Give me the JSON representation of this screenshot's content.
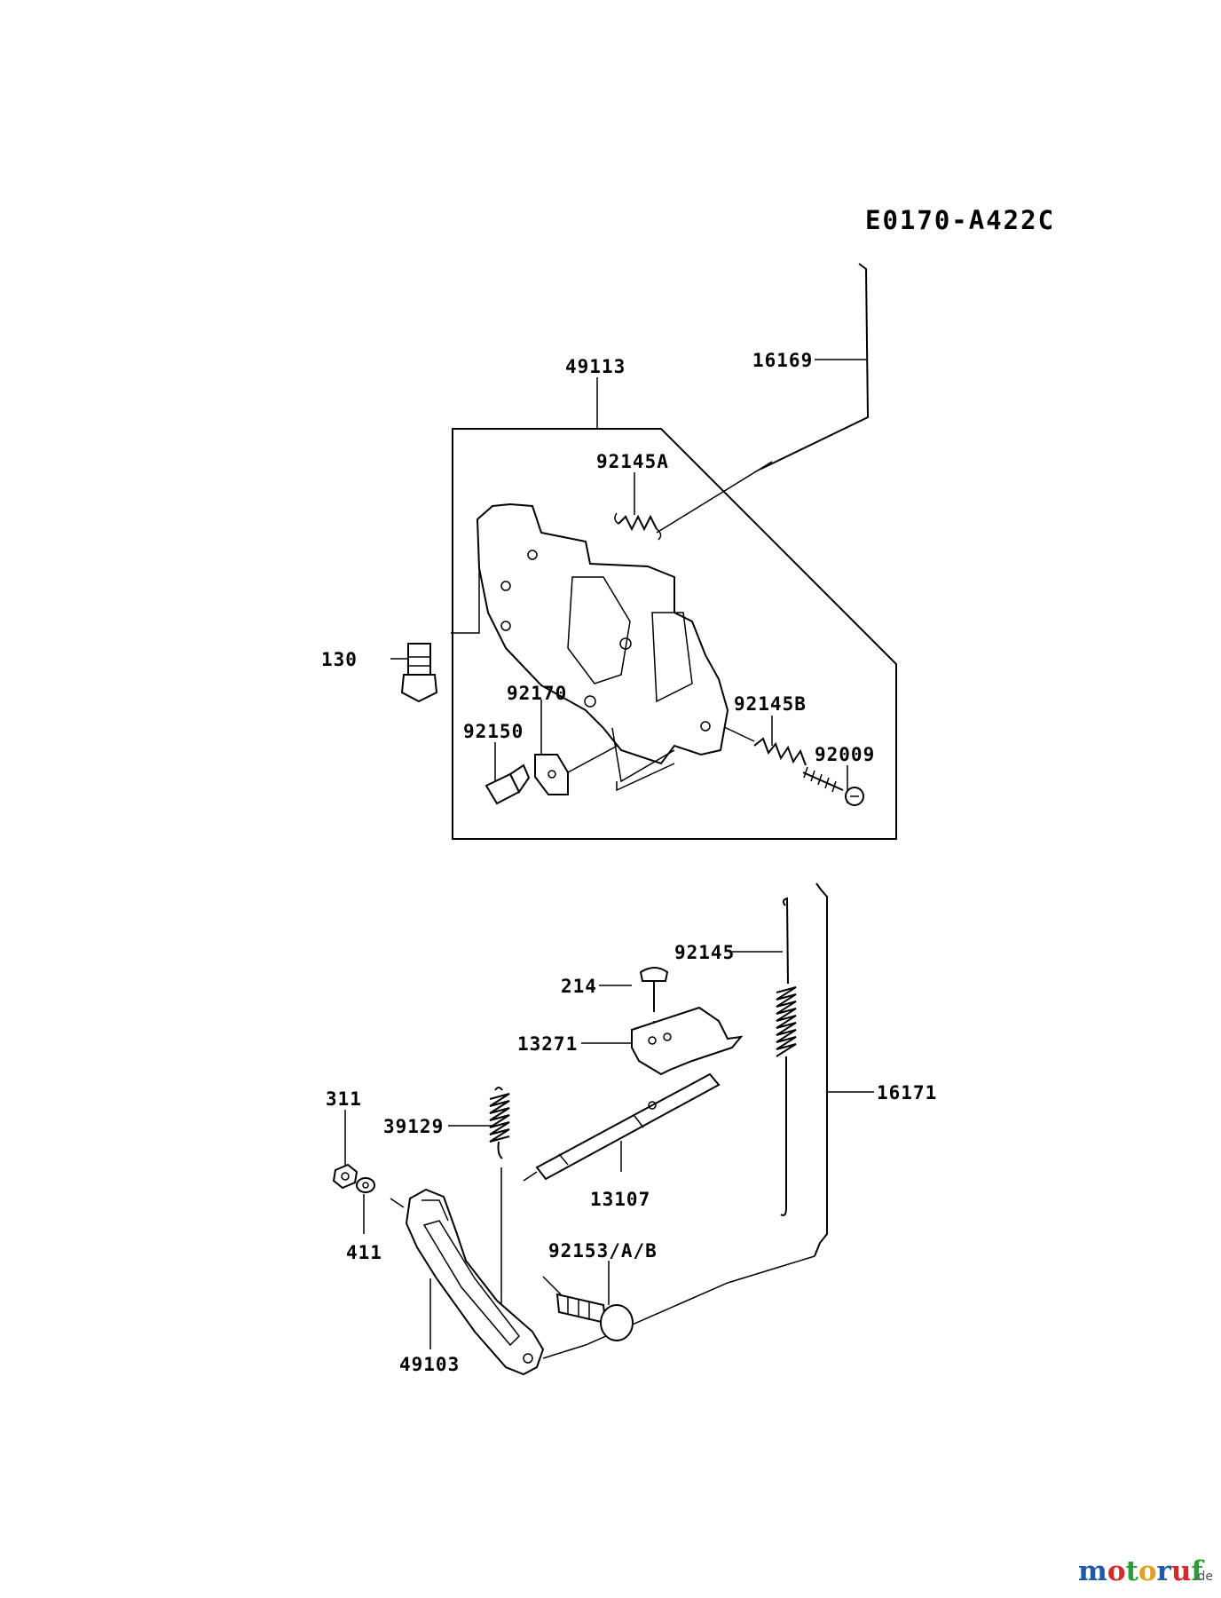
{
  "diagram_code": "E0170-A422C",
  "parts": [
    {
      "label": "49113"
    },
    {
      "label": "16169"
    },
    {
      "label": "92145A"
    },
    {
      "label": "130"
    },
    {
      "label": "92170"
    },
    {
      "label": "92150"
    },
    {
      "label": "92145B"
    },
    {
      "label": "92009"
    },
    {
      "label": "92145"
    },
    {
      "label": "214"
    },
    {
      "label": "13271"
    },
    {
      "label": "16171"
    },
    {
      "label": "311"
    },
    {
      "label": "39129"
    },
    {
      "label": "13107"
    },
    {
      "label": "411"
    },
    {
      "label": "92153/A/B"
    },
    {
      "label": "49103"
    }
  ],
  "watermark": {
    "brand": "motoruf",
    "tld": ".de",
    "colors": [
      "#1e5aa8",
      "#d42a2a",
      "#2e9a3c",
      "#e0a020"
    ]
  }
}
